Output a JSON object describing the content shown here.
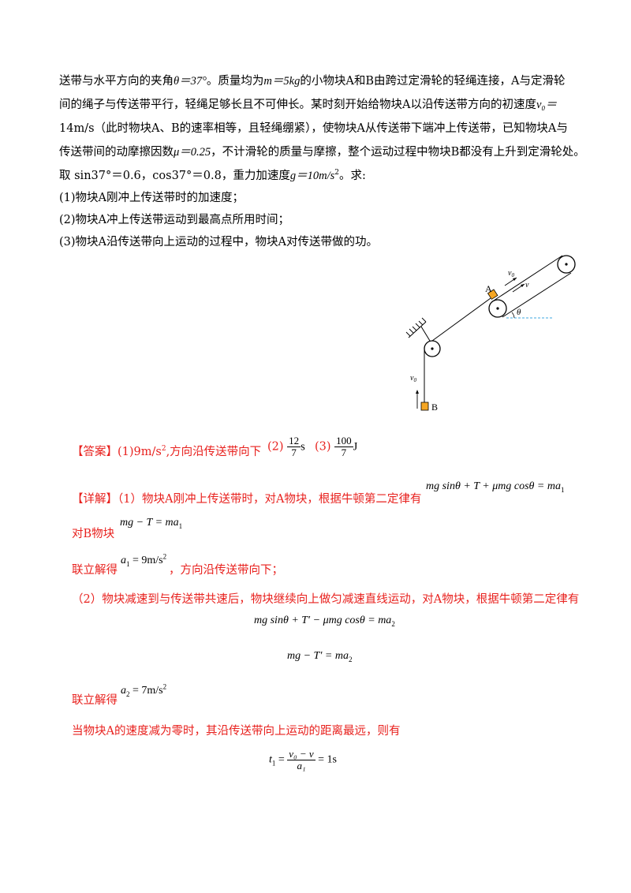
{
  "problem": {
    "line1_a": "送带与水平方向的夹角",
    "theta_eq": "θ＝37°",
    "line1_b": "。质量均为",
    "m_eq": "m＝5kg",
    "line1_c": "的小物块A和B由跨过定滑轮的轻绳连接，A与定滑轮",
    "line2": "间的绳子与传送带平行，轻绳足够长且不可伸长。某时刻开始给物块A以沿传送带方向的初速度",
    "v0_eq": "v₀＝",
    "line3": "14m/s（此时物块A、B的速率相等，且轻绳绷紧），使物块A从传送带下端冲上传送带，已知物块A与",
    "line4_a": "传送带间的动摩擦因数",
    "mu_eq": "μ＝0.25",
    "line4_b": "，不计滑轮的质量与摩擦，整个运动过程中物块B都没有上升到定滑轮处。",
    "line5_a": "取 sin37°＝0.6，cos37°＝0.8，重力加速度",
    "g_eq": "g＝10m/s",
    "line5_b": "。求:",
    "q1": "(1)物块A刚冲上传送带时的加速度；",
    "q2": "(2)物块A冲上传送带运动到最高点所用时间；",
    "q3": "(3)物块A沿传送带向上运动的过程中，物块A对传送带做的功。"
  },
  "figure": {
    "label_A": "A",
    "label_B": "B",
    "label_v0_top": "v",
    "label_v0_sub": "0",
    "label_v": "v",
    "label_theta": "θ",
    "label_v0_left": "v",
    "label_v0_left_sub": "0"
  },
  "answer": {
    "label": "【答案】",
    "a1": "(1)9m/s",
    "a1_tail": ",方向沿传送带向下",
    "a2_prefix": "(2)",
    "a2_num": "12",
    "a2_den": "7",
    "a2_unit": "s",
    "a3_prefix": "(3)",
    "a3_num": "100",
    "a3_den": "7",
    "a3_unit": "J"
  },
  "solution": {
    "label": "【详解】",
    "s1_text": "（1）物块A刚冲上传送带时，对A物块，根据牛顿第二定律有",
    "eq1": "mg sinθ + T + μmg cosθ = ma",
    "eq1_sub": "1",
    "s2_text": "对B物块",
    "eq2": "mg − T = ma",
    "eq2_sub": "1",
    "s3_text": "联立解得",
    "eq3": "a",
    "eq3_sub": "1",
    "eq3_tail": " = 9m/s",
    "s3_tail": "，方向沿传送带向下；",
    "s4_text": "（2）物块减速到与传送带共速后，物块继续向上做匀减速直线运动，对A物块，根据牛顿第二定律有",
    "eq4": "mg sinθ + T′ − μmg cosθ = ma",
    "eq4_sub": "2",
    "eq5": "mg − T′ = ma",
    "eq5_sub": "2",
    "s5_text": "联立解得",
    "eq6": "a",
    "eq6_sub": "2",
    "eq6_tail": " = 7m/s",
    "s6_text": "当物块A的速度减为零时，其沿传送带向上运动的距离最远，则有",
    "eq7_lhs": "t",
    "eq7_lhs_sub": "1",
    "eq7_num": "v₀ − v",
    "eq7_den": "a₁",
    "eq7_rhs": " = 1s"
  }
}
